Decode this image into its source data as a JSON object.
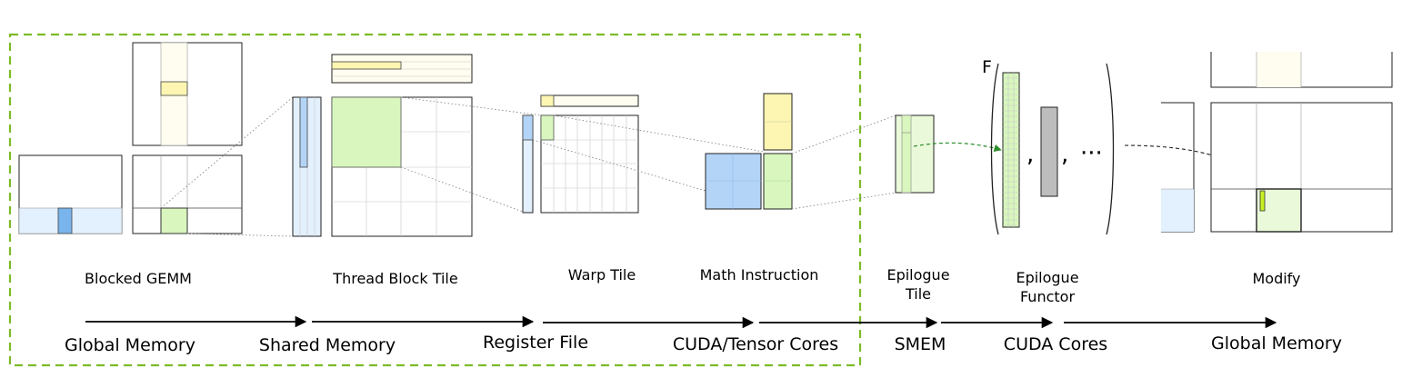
{
  "colors": {
    "pipeline_boundary": "#7cbb26",
    "blue_light": "#e3f0fd",
    "blue_mid": "#b3d4f7",
    "blue_dark": "#7ab4ec",
    "yellow_light": "#fffdf0",
    "yellow": "#fcf6b2",
    "green_light": "#eaf9da",
    "green": "#d8f6bd",
    "gray": "#bdbdbd",
    "dashed_arrow": "#2a8c2a"
  },
  "stages": {
    "blocked_gemm": "Blocked GEMM",
    "thread_block_tile": "Thread Block Tile",
    "warp_tile": "Warp Tile",
    "math_instruction": "Math Instruction",
    "epilogue_tile_line1": "Epilogue",
    "epilogue_tile_line2": "Tile",
    "epilogue_functor_line1": "Epilogue",
    "epilogue_functor_line2": "Functor",
    "modify": "Modify"
  },
  "memory": {
    "global_memory": "Global Memory",
    "shared_memory": "Shared Memory",
    "register_file": "Register File",
    "cuda_tensor_cores": "CUDA/Tensor Cores",
    "smem": "SMEM",
    "cuda_cores": "CUDA Cores",
    "global_memory_out": "Global Memory"
  },
  "functor": {
    "name": "F",
    "comma1": ",",
    "comma2": ",",
    "ellipsis": "···"
  }
}
